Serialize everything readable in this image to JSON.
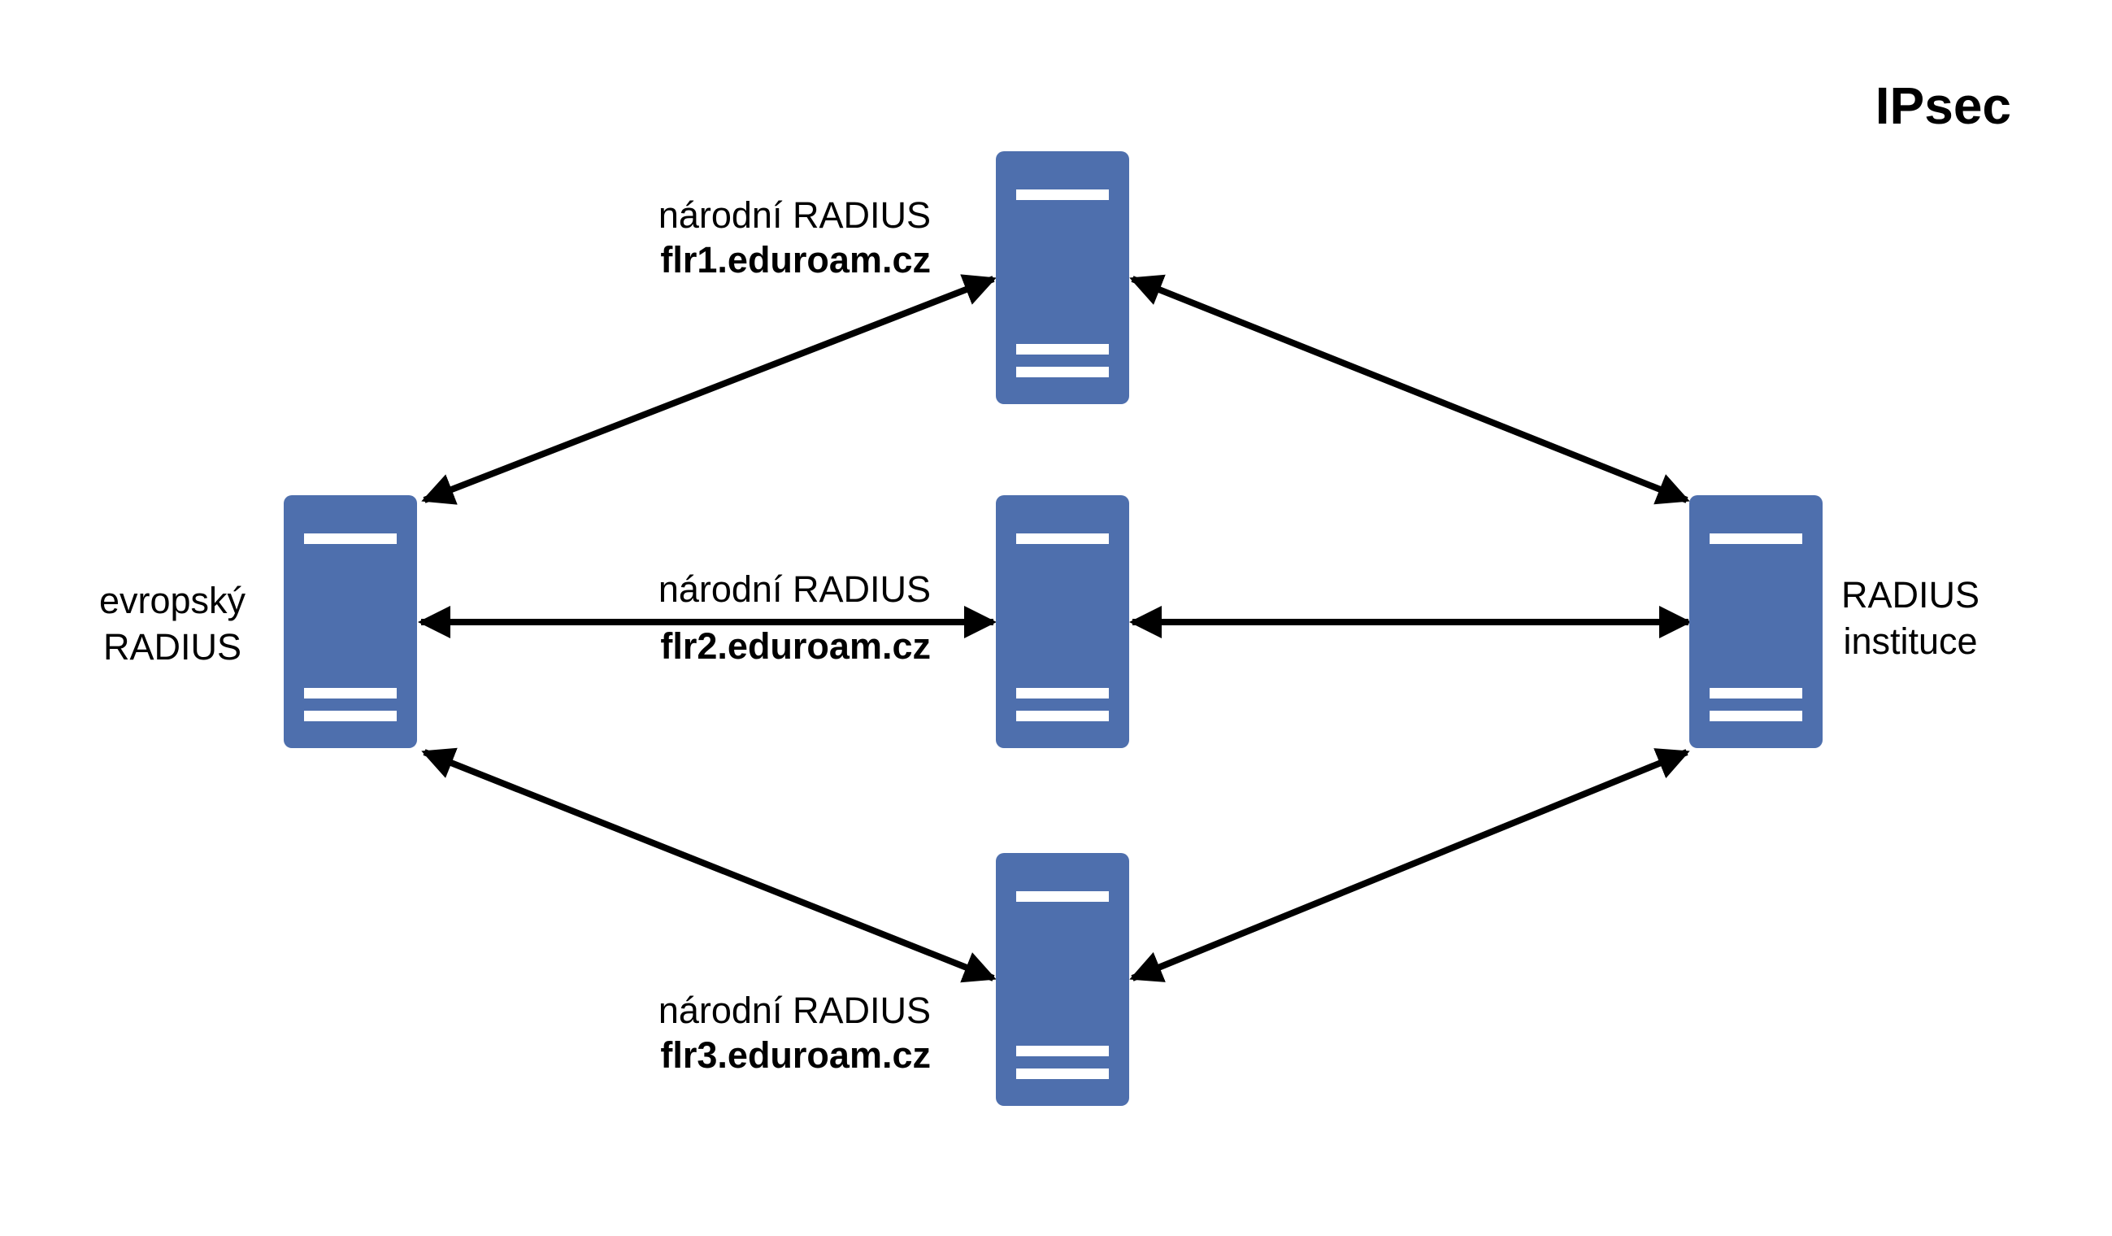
{
  "title": "IPsec",
  "colors": {
    "server_body": "#4e6fad",
    "server_stripe": "#ffffff",
    "arrow": "#000000"
  },
  "nodes": {
    "european": {
      "icon": "server-icon",
      "lines": [
        "evropský",
        "RADIUS"
      ]
    },
    "flr1": {
      "icon": "server-icon",
      "name": "národní RADIUS",
      "host": "flr1.eduroam.cz"
    },
    "flr2": {
      "icon": "server-icon",
      "name": "národní RADIUS",
      "host": "flr2.eduroam.cz"
    },
    "flr3": {
      "icon": "server-icon",
      "name": "národní RADIUS",
      "host": "flr3.eduroam.cz"
    },
    "institution": {
      "icon": "server-icon",
      "lines": [
        "RADIUS",
        "instituce"
      ]
    }
  },
  "links": [
    {
      "from": "european",
      "to": "flr1",
      "direction": "bidirectional"
    },
    {
      "from": "european",
      "to": "flr2",
      "direction": "bidirectional"
    },
    {
      "from": "european",
      "to": "flr3",
      "direction": "bidirectional"
    },
    {
      "from": "flr1",
      "to": "institution",
      "direction": "bidirectional"
    },
    {
      "from": "flr2",
      "to": "institution",
      "direction": "bidirectional"
    },
    {
      "from": "flr3",
      "to": "institution",
      "direction": "bidirectional"
    }
  ]
}
